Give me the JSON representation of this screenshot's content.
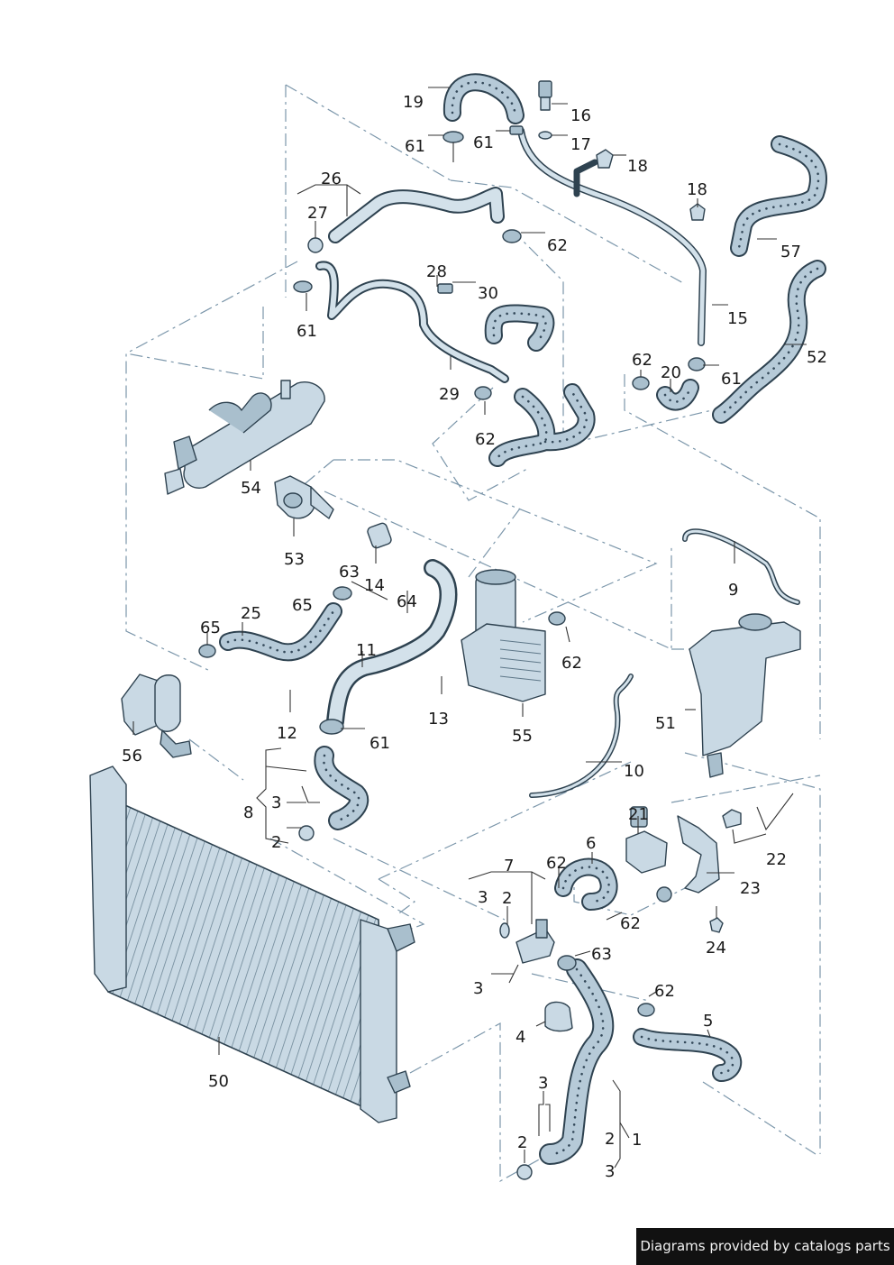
{
  "credit": "Diagrams provided by catalogs parts",
  "labels": {
    "l1": "1",
    "l2a": "2",
    "l2b": "2",
    "l2c": "2",
    "l2d": "2",
    "l3a": "3",
    "l3b": "3",
    "l3c": "3",
    "l3d": "3",
    "l3e": "3",
    "l4": "4",
    "l5": "5",
    "l6": "6",
    "l7": "7",
    "l8": "8",
    "l9": "9",
    "l10": "10",
    "l11": "11",
    "l12": "12",
    "l13": "13",
    "l14": "14",
    "l15": "15",
    "l16": "16",
    "l17": "17",
    "l18a": "18",
    "l18b": "18",
    "l19": "19",
    "l20": "20",
    "l21": "21",
    "l22": "22",
    "l23": "23",
    "l24": "24",
    "l25": "25",
    "l26": "26",
    "l27": "27",
    "l28": "28",
    "l29": "29",
    "l30": "30",
    "l50": "50",
    "l51": "51",
    "l52": "52",
    "l53": "53",
    "l54": "54",
    "l55": "55",
    "l56": "56",
    "l57": "57",
    "l61a": "61",
    "l61b": "61",
    "l61c": "61",
    "l61d": "61",
    "l61e": "61",
    "l62a": "62",
    "l62b": "62",
    "l62c": "62",
    "l62d": "62",
    "l62e": "62",
    "l62f": "62",
    "l63a": "63",
    "l63b": "63",
    "l64": "64",
    "l65a": "65",
    "l65b": "65"
  }
}
